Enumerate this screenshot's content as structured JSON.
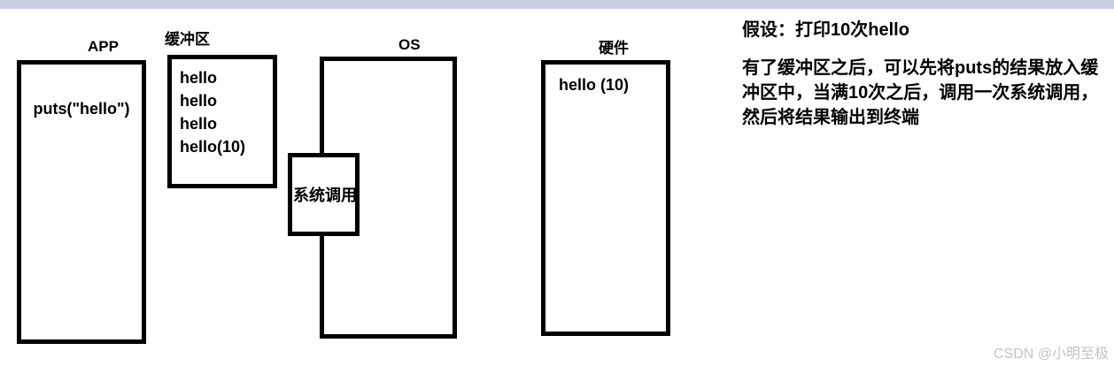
{
  "page": {
    "background": "#ffffff",
    "top_bar_color": "#c7cfe0"
  },
  "diagram": {
    "app": {
      "label": "APP",
      "content": "puts(\"hello\")"
    },
    "buffer": {
      "label": "缓冲区",
      "lines": [
        "hello",
        "hello",
        "hello",
        "hello(10)"
      ]
    },
    "os": {
      "label": "OS"
    },
    "syscall": {
      "label": "系统调用"
    },
    "hardware": {
      "label": "硬件",
      "content": "hello (10)"
    }
  },
  "notes": {
    "title": "假设：打印10次hello",
    "body_lines": [
      "有了缓冲区之后，可以先将puts的结果放入缓",
      "冲区中，当满10次之后，调用一次系统调用，",
      "然后将结果输出到终端"
    ]
  },
  "watermark": {
    "text": "CSDN @小明至极",
    "color": "#c4c4c4"
  }
}
